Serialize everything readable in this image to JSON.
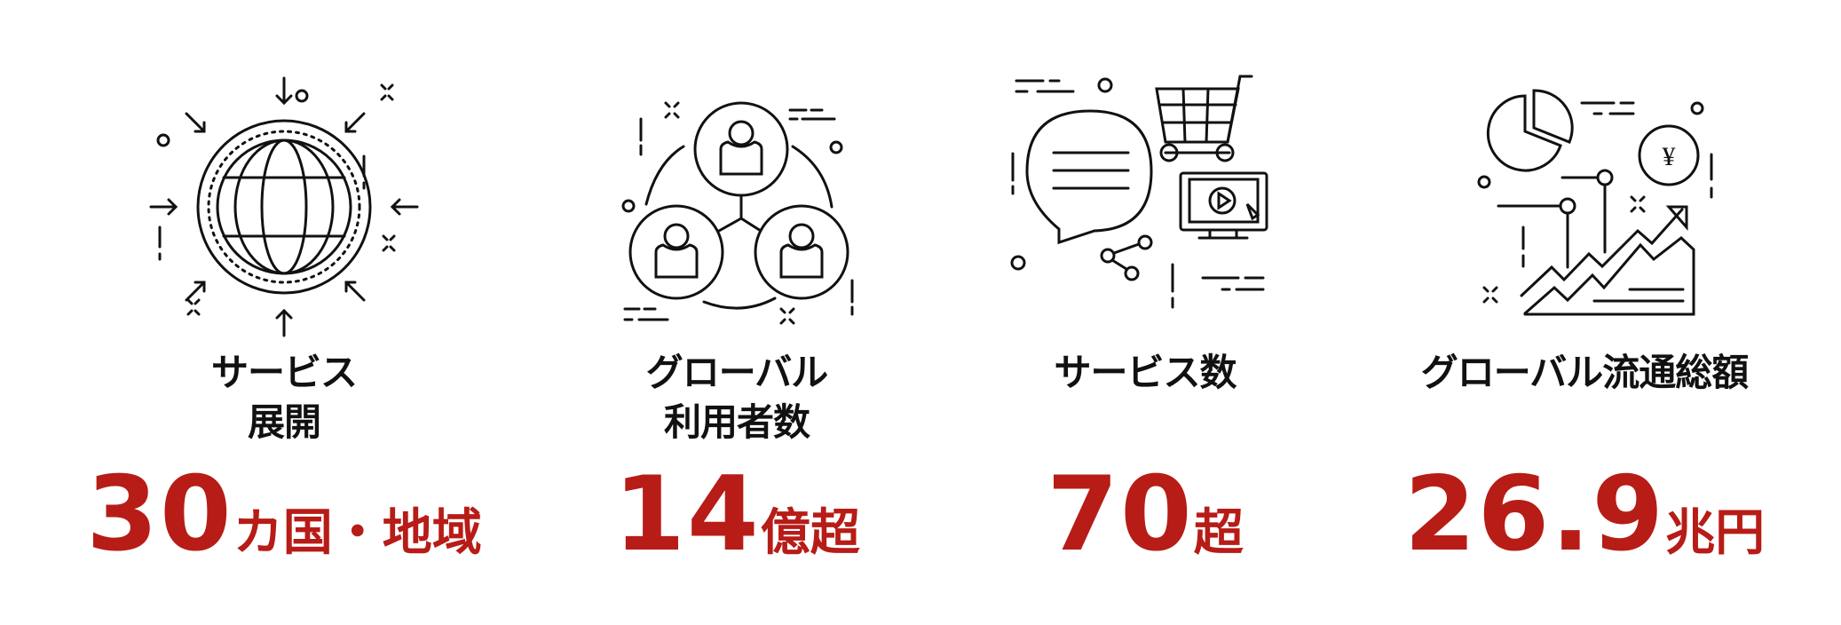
{
  "colors": {
    "accent": "#B71C17",
    "text": "#111111",
    "background": "#ffffff"
  },
  "stats": [
    {
      "icon": "globe-icon",
      "heading_lines": [
        "サービス",
        "展開"
      ],
      "value": "30",
      "unit": "カ国・地域"
    },
    {
      "icon": "users-network-icon",
      "heading_lines": [
        "グローバル",
        "利用者数"
      ],
      "value": "14",
      "unit": "億超"
    },
    {
      "icon": "services-icon",
      "heading_lines": [
        "サービス数"
      ],
      "value": "70",
      "unit": "超"
    },
    {
      "icon": "growth-chart-icon",
      "heading_lines": [
        "グローバル流通総額"
      ],
      "value": "26.9",
      "unit": "兆円"
    }
  ]
}
